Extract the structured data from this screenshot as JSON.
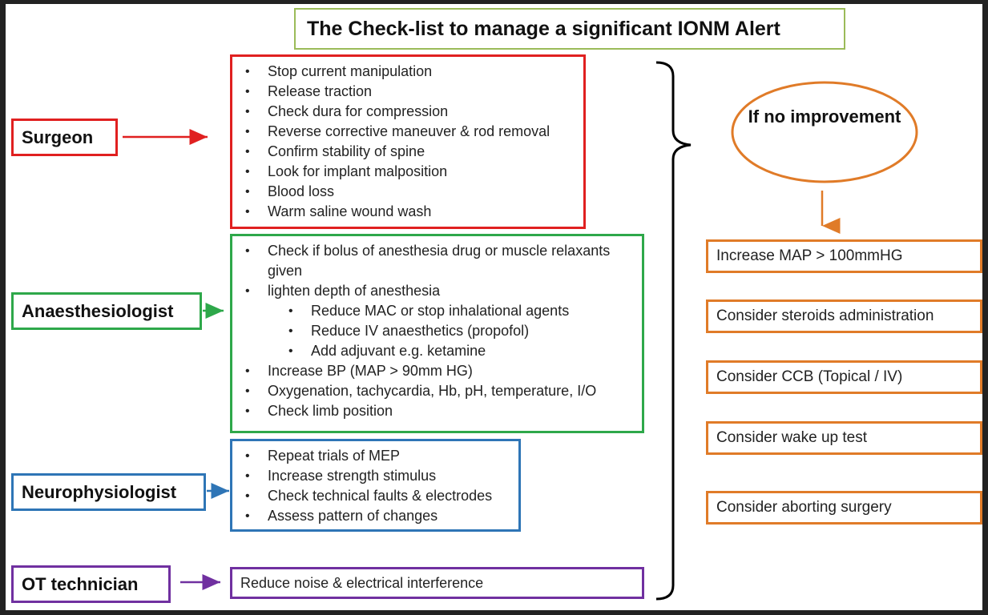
{
  "title": "The Check-list to manage a significant IONM Alert",
  "roles": [
    {
      "label": "Surgeon",
      "color": "#e02020",
      "items": [
        {
          "text": "Stop current manipulation",
          "level": 1
        },
        {
          "text": "Release traction",
          "level": 1
        },
        {
          "text": "Check dura for compression",
          "level": 1
        },
        {
          "text": "Reverse corrective maneuver & rod removal",
          "level": 1
        },
        {
          "text": "Confirm stability of spine",
          "level": 1
        },
        {
          "text": "Look for implant malposition",
          "level": 1
        },
        {
          "text": "Blood loss",
          "level": 1
        },
        {
          "text": "Warm saline wound wash",
          "level": 1
        }
      ]
    },
    {
      "label": "Anaesthesiologist",
      "color": "#2ea84a",
      "items": [
        {
          "text": "Check if bolus of anesthesia drug or  muscle relaxants given",
          "level": 1
        },
        {
          "text": "lighten depth of anesthesia",
          "level": 1
        },
        {
          "text": "Reduce MAC or stop inhalational agents",
          "level": 2
        },
        {
          "text": "Reduce IV anaesthetics (propofol)",
          "level": 2
        },
        {
          "text": "Add adjuvant e.g. ketamine",
          "level": 2
        },
        {
          "text": "Increase BP (MAP > 90mm HG)",
          "level": 1
        },
        {
          "text": "Oxygenation, tachycardia, Hb, pH, temperature, I/O",
          "level": 1
        },
        {
          "text": "Check limb position",
          "level": 1
        }
      ]
    },
    {
      "label": "Neurophysiologist",
      "color": "#2e75b6",
      "items": [
        {
          "text": "Repeat trials of MEP",
          "level": 1
        },
        {
          "text": "Increase strength stimulus",
          "level": 1
        },
        {
          "text": "Check technical faults & electrodes",
          "level": 1
        },
        {
          "text": "Assess pattern of changes",
          "level": 1
        }
      ]
    },
    {
      "label": "OT technician",
      "color": "#7030a0",
      "items": [
        {
          "text": "Reduce noise & electrical interference",
          "level": 0
        }
      ]
    }
  ],
  "no_improvement": {
    "text": "If no improvement",
    "color": "#e07b28"
  },
  "actions": [
    "Increase MAP > 100mmHG",
    "Consider steroids administration",
    "Consider CCB (Topical / IV)",
    "Consider wake up test",
    "Consider aborting surgery"
  ],
  "colors": {
    "title_border": "#9bbb59",
    "brace": "#000000",
    "frame_background": "#222222"
  }
}
